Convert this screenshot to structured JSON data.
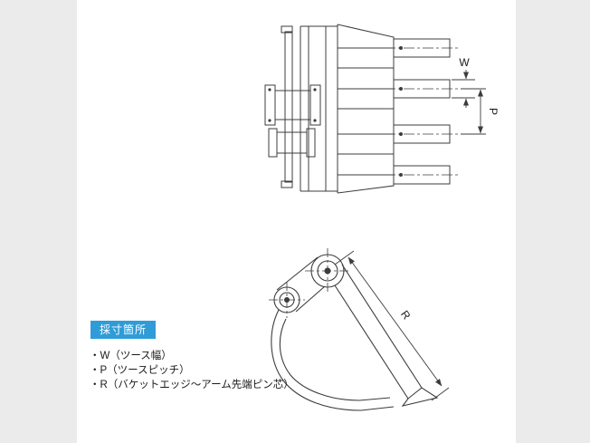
{
  "colors": {
    "background": "#ebebeb",
    "panel": "#ffffff",
    "line": "#3c3c3c",
    "accent": "#2f9cd8",
    "badge_text": "#ffffff",
    "text": "#1a1a1a"
  },
  "dimensions": {
    "w_label": "W",
    "p_label": "P",
    "r_label": "R"
  },
  "legend": {
    "title": "採寸箇所",
    "items": [
      "・W（ツース幅）",
      "・P（ツースピッチ）",
      "・R（バケットエッジ〜アーム先端ピン芯）"
    ]
  }
}
